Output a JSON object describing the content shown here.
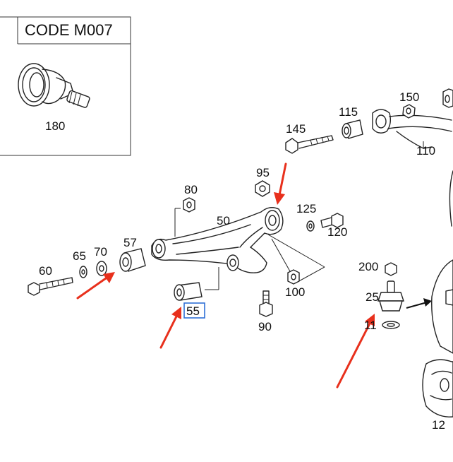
{
  "code_box": {
    "title": "CODE M007",
    "part_number": "180"
  },
  "labels": {
    "p150": "150",
    "p115": "115",
    "p145": "145",
    "p110": "110",
    "p95": "95",
    "p80": "80",
    "p125": "125",
    "p50": "50",
    "p120": "120",
    "p57": "57",
    "p65": "65",
    "p70": "70",
    "p60": "60",
    "p200": "200",
    "p25": "25",
    "p11": "11",
    "p100": "100",
    "p55": "55",
    "p90": "90",
    "p12": "12"
  },
  "colors": {
    "arrow": "#e8301c",
    "highlight_box": "#2f6fd6",
    "line": "#222222"
  },
  "highlighted_part": "55"
}
